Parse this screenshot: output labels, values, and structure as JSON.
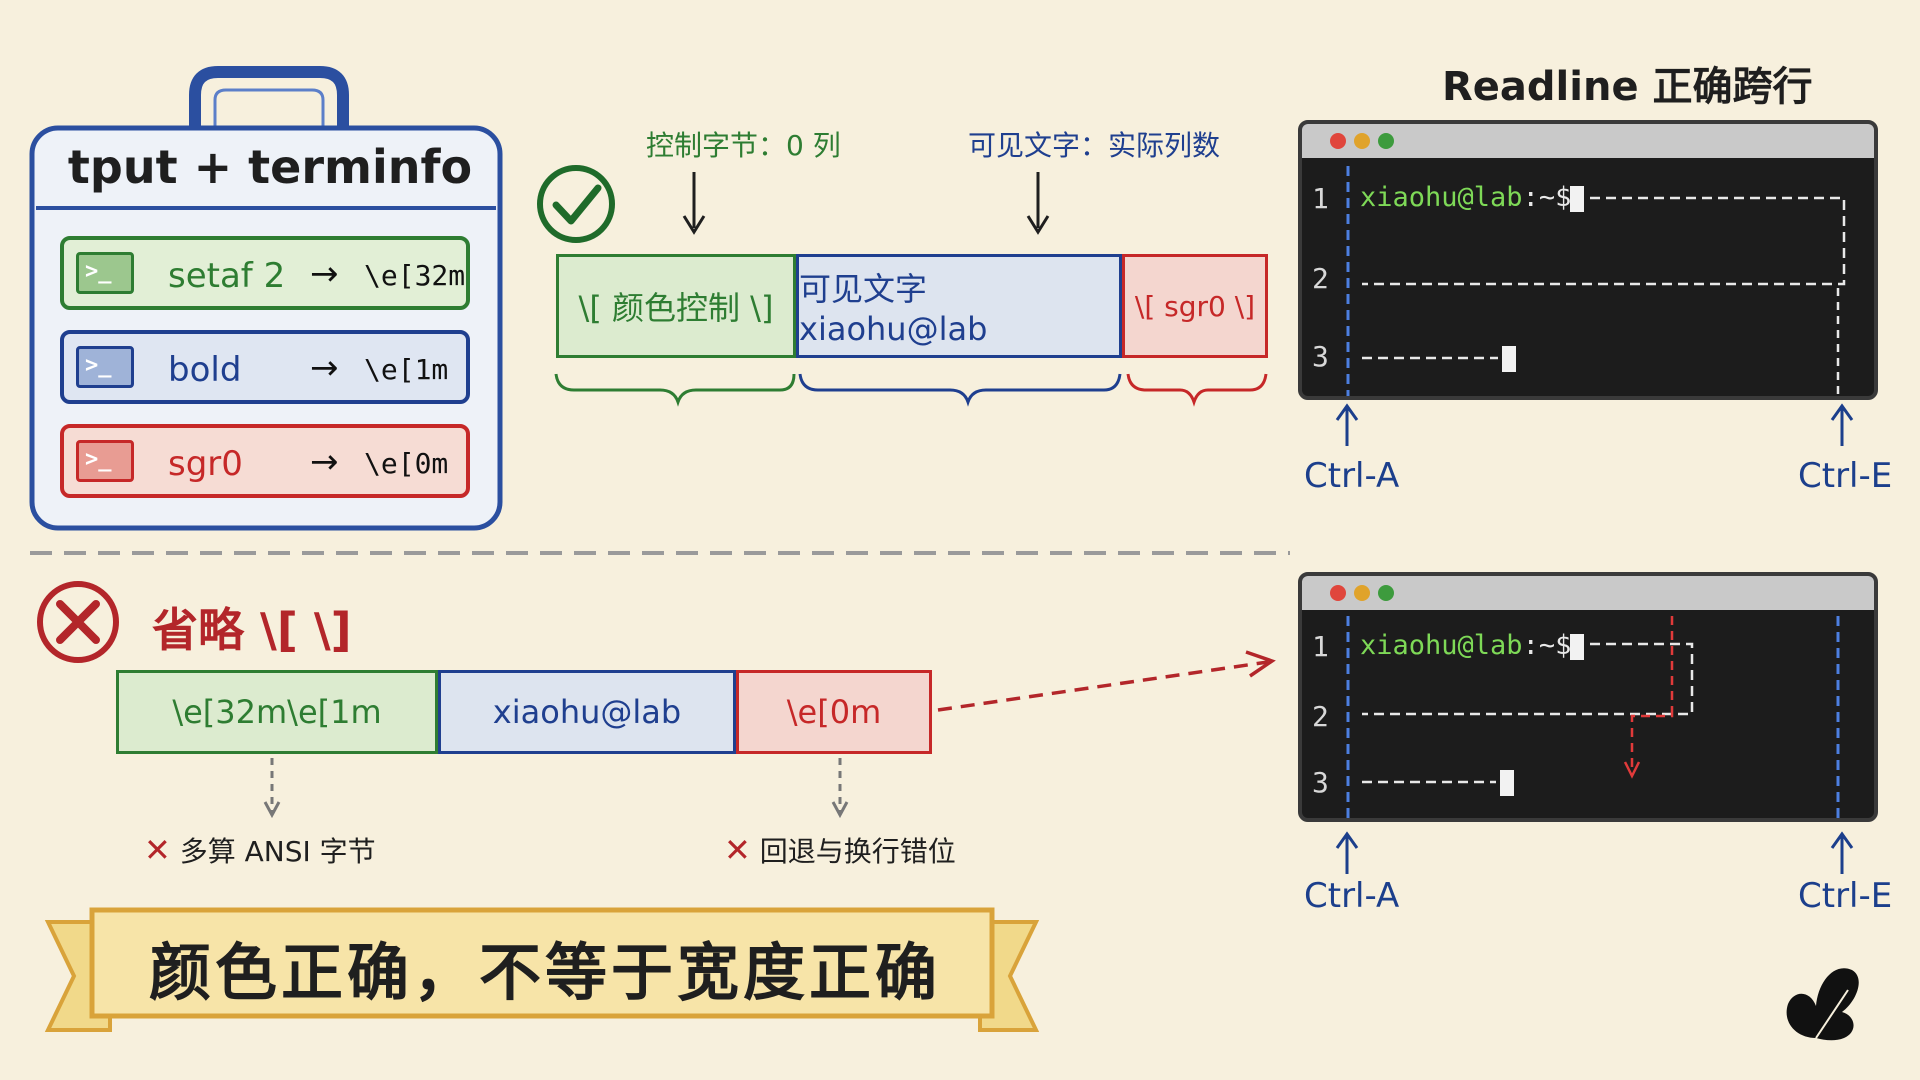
{
  "toolbox": {
    "title": "tput + terminfo",
    "rows": [
      {
        "icon": ">_",
        "command": "setaf 2",
        "arrow": "→",
        "escape": "\\e[32m",
        "color": "#2e7d32"
      },
      {
        "icon": ">_",
        "command": "bold",
        "arrow": "→",
        "escape": "\\e[1m",
        "color": "#1f3f8f"
      },
      {
        "icon": ">_",
        "command": "sgr0",
        "arrow": "→",
        "escape": "\\e[0m",
        "color": "#c62828"
      }
    ]
  },
  "correct": {
    "label_control": "控制字节：0 列",
    "label_visible": "可见文字：实际列数",
    "segments": [
      "\\[ 颜色控制 \\]",
      "可见文字  xiaohu@lab",
      "\\[ sgr0 \\]"
    ]
  },
  "wrong": {
    "title": "省略 \\[ \\]",
    "segments": [
      "\\e[32m\\e[1m",
      "xiaohu@lab",
      "\\e[0m"
    ],
    "errors": [
      "多算 ANSI 字节",
      "回退与换行错位"
    ],
    "error_mark": "✕"
  },
  "readline": {
    "title": "Readline 正确跨行",
    "prompt_user": "xiaohu@lab",
    "prompt_rest": ":~$",
    "line_numbers": [
      "1",
      "2",
      "3"
    ],
    "ctrl_a": "Ctrl-A",
    "ctrl_e": "Ctrl-E"
  },
  "banner": "颜色正确，不等于宽度正确",
  "colors": {
    "green": "#2e7d32",
    "blue": "#1f3f8f",
    "red": "#c62828",
    "green_fill": "#dcebcf",
    "blue_fill": "#dde4ef",
    "red_fill": "#f4d6cf",
    "background": "#f7f0dd"
  }
}
